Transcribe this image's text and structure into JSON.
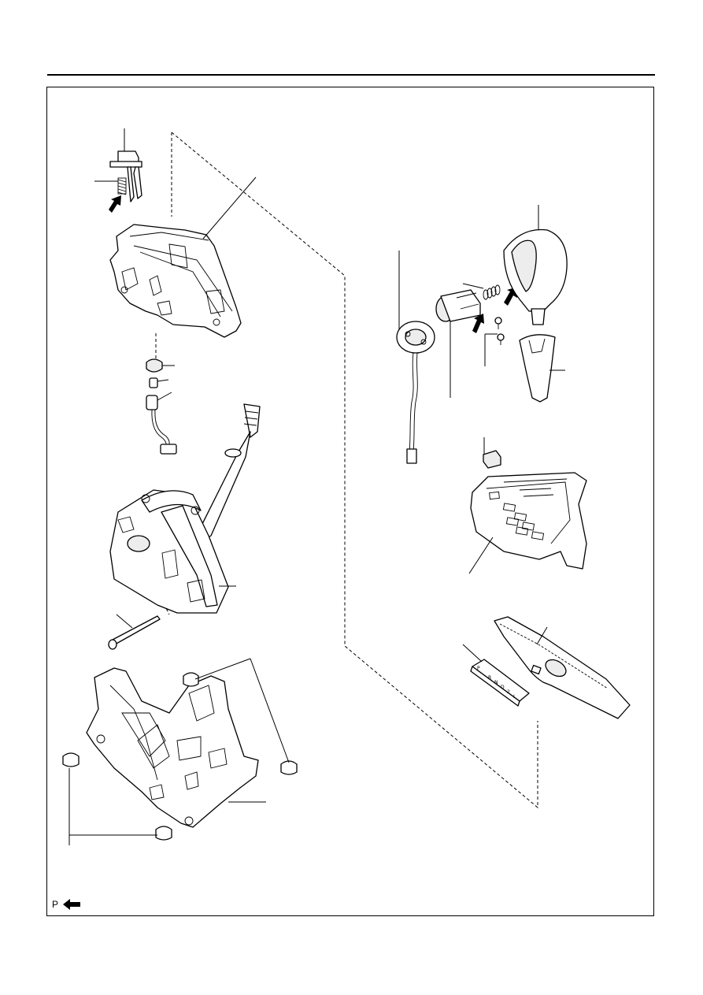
{
  "legend": {
    "label": "P",
    "icon": "arrow-left-icon"
  },
  "gate_plate": {
    "positions": [
      "P",
      "R",
      "N",
      "D",
      "2",
      "L"
    ]
  },
  "colors": {
    "line": "#000000",
    "background": "#ffffff"
  }
}
